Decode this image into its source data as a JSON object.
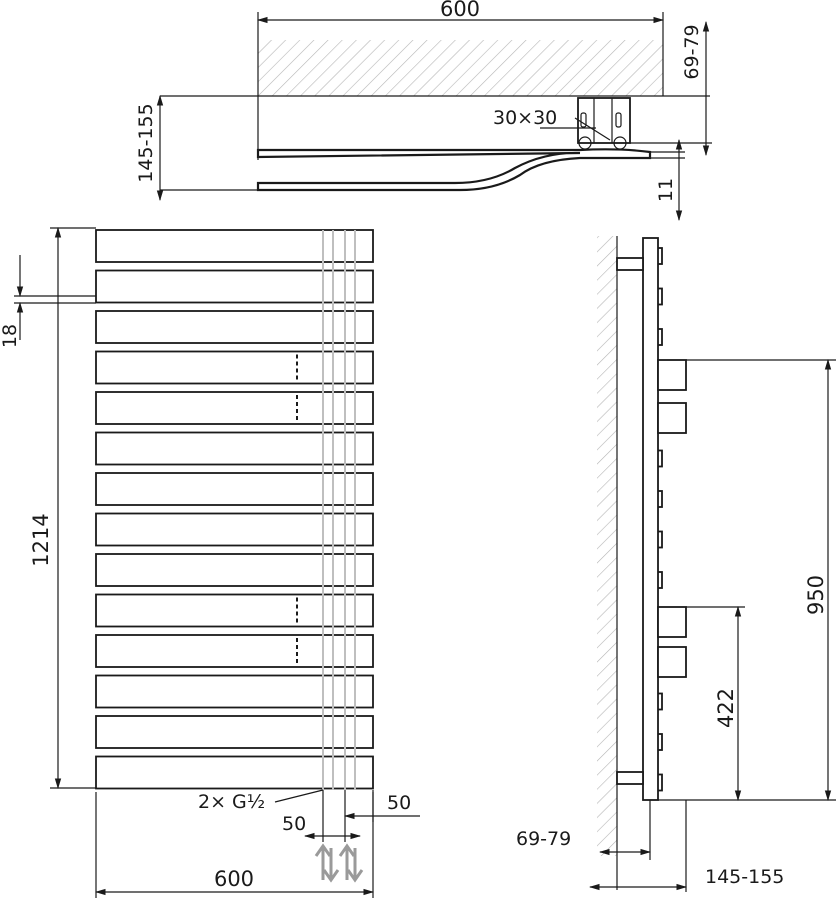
{
  "top_view": {
    "width_label": "600",
    "depth_label": "145-155",
    "offset_label": "69-79",
    "bracket_label": "30×30",
    "thickness_label": "11"
  },
  "front_view": {
    "height_label": "1214",
    "bar_label": "18",
    "connection_label": "2× G½",
    "pipe_spacing_left": "50",
    "pipe_spacing_right": "50",
    "width_label": "600",
    "bar_count": 14
  },
  "side_view": {
    "height_upper_label": "950",
    "height_lower_label": "422",
    "wall_offset_label": "69-79",
    "depth_label": "145-155"
  }
}
